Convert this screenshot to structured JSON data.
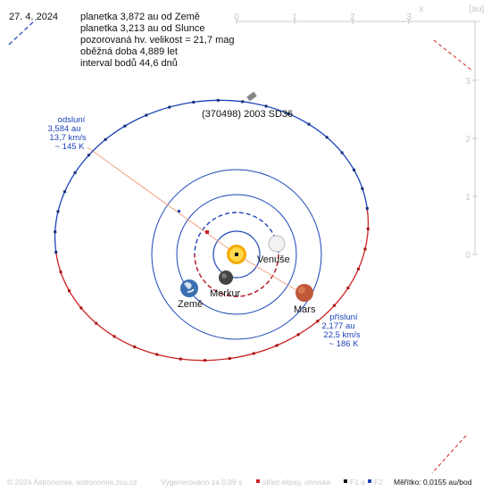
{
  "header": {
    "date": "27. 4. 2024",
    "info": [
      "planetka 3,872 au od Země",
      "planetka 3,213 au od Slunce",
      "pozorovaná hv. velikost = 21,7 mag",
      "oběžná doba 4,889 let",
      "interval bodů 44,6 dnů"
    ]
  },
  "object_name": "(370498) 2003 SD36",
  "aphelion": {
    "title": "odsluní",
    "dist": "3,584 au",
    "speed": "13,7 km/s",
    "temp": "~ 145 K"
  },
  "perihelion": {
    "title": "přísluní",
    "dist": "2,177 au",
    "speed": "22,5 km/s",
    "temp": "~ 186 K"
  },
  "planets": [
    {
      "name": "Merkur",
      "color": "#666666"
    },
    {
      "name": "Venuše",
      "color": "#eeeeee"
    },
    {
      "name": "Země",
      "color": "#3a6fb0"
    },
    {
      "name": "Mars",
      "color": "#c0583a"
    }
  ],
  "scale": {
    "top_unit": "x",
    "top_unit2": "[au]",
    "top_ticks": [
      "0",
      "1",
      "2",
      "3"
    ],
    "side_ticks": [
      "3",
      "2",
      "1",
      "0"
    ]
  },
  "footer": {
    "copyright": "© 2024 Astronomia, astronomia.zcu.cz",
    "generated": "Vygenerováno za 0,09 s",
    "legend_center": "střed elipsy, ohniska",
    "legend_f1": "F1 a",
    "legend_f2": "F2",
    "scale_text": "Měřítko: 0,0155 au/bod"
  },
  "colors": {
    "orbit_blue": "#1d44b8",
    "orbit_red": "#cc2222",
    "planet_orbit": "#1d44b8",
    "label_blue": "#1d44b8",
    "axis_gray": "#c8c8c8"
  }
}
